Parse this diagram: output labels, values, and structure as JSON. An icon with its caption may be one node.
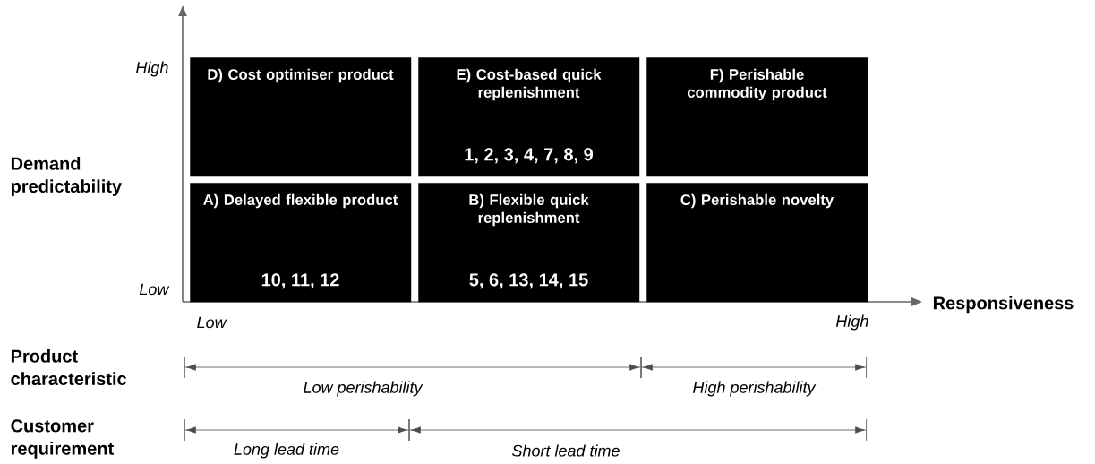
{
  "diagram": {
    "nodes": [
      {
        "text": [
          "D) Cost optimiser product"
        ]
      },
      {
        "text": [
          "E) Cost-based quick replenishment",
          "1, 2, 3, 4, 7, 8, 9"
        ]
      },
      {
        "text": [
          "F) Perishable commodity product"
        ]
      },
      {
        "text": [
          "A) Delayed flexible product",
          "10, 11, 12"
        ]
      },
      {
        "text": [
          "B) Flexible quick replenishment",
          "5, 6, 13, 14, 15"
        ]
      },
      {
        "text": [
          "C) Perishable novelty"
        ]
      }
    ],
    "labels": [
      "High",
      "Demand predictability",
      "Low",
      "Responsiveness",
      "Low",
      "High",
      "Product characteristic",
      "Low perishability",
      "High perishability",
      "Customer requirement",
      "Long lead time",
      "Short lead time"
    ]
  }
}
